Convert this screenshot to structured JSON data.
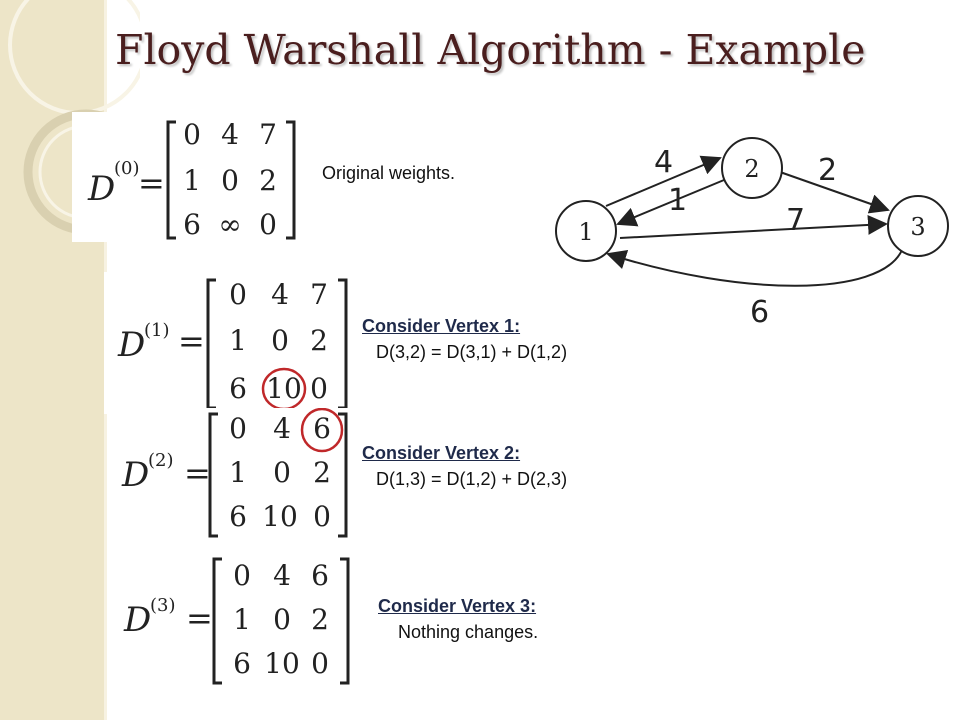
{
  "slide": {
    "title": "Floyd Warshall Algorithm - Example",
    "colors": {
      "title": "#4a1e1e",
      "band": "#ede5c8",
      "highlight": "#c0282a"
    }
  },
  "matrices": [
    {
      "label": "D",
      "superscript": "(0)",
      "rows": [
        [
          "0",
          "4",
          "7"
        ],
        [
          "1",
          "0",
          "2"
        ],
        [
          "6",
          "∞",
          "0"
        ]
      ]
    },
    {
      "label": "D",
      "superscript": "(1)",
      "rows": [
        [
          "0",
          "4",
          "7"
        ],
        [
          "1",
          "0",
          "2"
        ],
        [
          "6",
          "10",
          "0"
        ]
      ]
    },
    {
      "label": "D",
      "superscript": "(2)",
      "rows": [
        [
          "0",
          "4",
          "6"
        ],
        [
          "1",
          "0",
          "2"
        ],
        [
          "6",
          "10",
          "0"
        ]
      ]
    },
    {
      "label": "D",
      "superscript": "(3)",
      "rows": [
        [
          "0",
          "4",
          "6"
        ],
        [
          "1",
          "0",
          "2"
        ],
        [
          "6",
          "10",
          "0"
        ]
      ]
    }
  ],
  "notes": {
    "original": "Original weights.",
    "vertex1": {
      "heading": "Consider Vertex 1:",
      "text": "D(3,2) = D(3,1) + D(1,2)"
    },
    "vertex2": {
      "heading": "Consider Vertex 2:",
      "text": "D(1,3) = D(1,2) + D(2,3)"
    },
    "vertex3": {
      "heading": "Consider Vertex 3:",
      "text": "Nothing changes."
    }
  },
  "graph": {
    "nodes": [
      "1",
      "2",
      "3"
    ],
    "edges": [
      {
        "from": "1",
        "to": "2",
        "weight": "4"
      },
      {
        "from": "2",
        "to": "1",
        "weight": "1"
      },
      {
        "from": "2",
        "to": "3",
        "weight": "2"
      },
      {
        "from": "1",
        "to": "3",
        "weight": "7"
      },
      {
        "from": "3",
        "to": "1",
        "weight": "6"
      }
    ]
  }
}
